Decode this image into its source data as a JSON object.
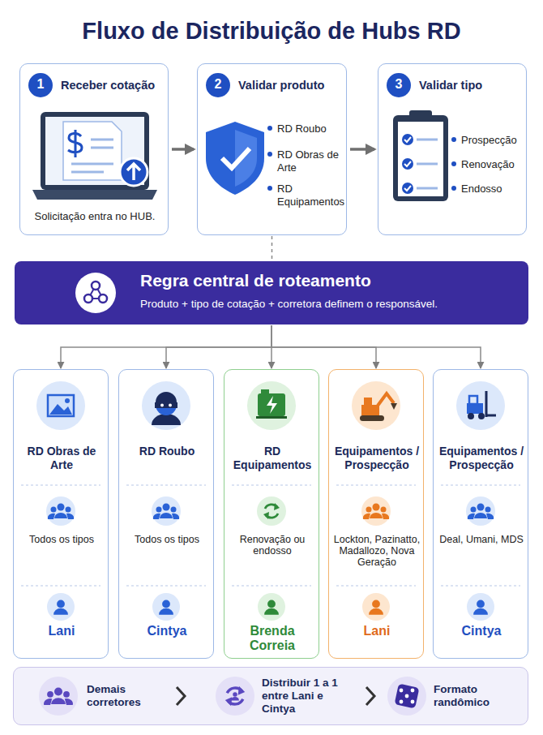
{
  "diagram": {
    "title": "Fluxo de Distribuição de Hubs RD",
    "nodes": [
      {
        "text": [
          "Receber cotação",
          "Solicitação entra no HUB."
        ]
      },
      {
        "text": [
          "1"
        ],
        "in": 0
      },
      {
        "text": [
          "Validar produto",
          "RD Roubo",
          "RD Obras de Arte",
          "RD Equipamentos"
        ]
      },
      {
        "text": [
          "2"
        ],
        "in": 2
      },
      {
        "text": [
          "Validar tipo",
          "Prospecção",
          "Renovação",
          "Endosso"
        ]
      },
      {
        "text": [
          "3"
        ],
        "in": 4
      },
      {
        "text": [
          "Regra central de roteamento",
          "Produto + tipo de cotação + corretora definem o responsável."
        ]
      },
      {
        "text": [
          "RD Obras de Arte",
          "Todos os tipos",
          "Lani"
        ]
      },
      {
        "text": [
          "RD Roubo",
          "Todos os tipos",
          "Cintya"
        ]
      },
      {
        "text": [
          "RD Equipamentos",
          "Renovação ou endosso",
          "Brenda Correia"
        ]
      },
      {
        "text": [
          "Equipamentos / Prospecção",
          "Lockton, Pazinatto, Madallozo, Nova Geração",
          "Lani"
        ]
      },
      {
        "text": [
          "Equipamentos / Prospecção",
          "Deal, Umani, MDS",
          "Cintya"
        ]
      },
      {
        "text": [
          "Demais corretores",
          "Distribuir 1 a 1 entre Lani e Cintya",
          "Formato randômico"
        ]
      }
    ],
    "edges": [
      {
        "from": 0,
        "to": 2,
        "arrow": "to"
      },
      {
        "from": 2,
        "to": 4,
        "arrow": "to"
      },
      {
        "from": 2,
        "to": 6,
        "arrow": "none"
      },
      {
        "from": 6,
        "to": 7,
        "arrow": "to"
      },
      {
        "from": 6,
        "to": 8,
        "arrow": "to"
      },
      {
        "from": 6,
        "to": 9,
        "arrow": "to"
      },
      {
        "from": 6,
        "to": 10,
        "arrow": "to"
      },
      {
        "from": 6,
        "to": 11,
        "arrow": "to"
      }
    ]
  }
}
